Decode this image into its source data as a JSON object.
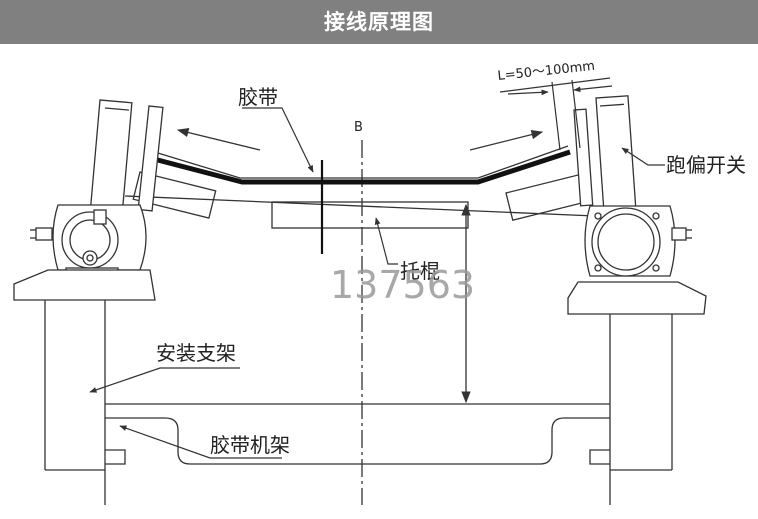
{
  "header": {
    "title": "接线原理图"
  },
  "labels": {
    "belt": "胶带",
    "center_mark": "B",
    "dimension": "L=50～100mm",
    "deviation_switch": "跑偏开关",
    "idler": "托棍",
    "mount_bracket": "安装支架",
    "belt_frame": "胶带机架"
  },
  "watermark": "137563",
  "colors": {
    "header_bg": "#808080",
    "line": "#333333",
    "belt": "#111111",
    "watermark": "#9a9a9a"
  }
}
